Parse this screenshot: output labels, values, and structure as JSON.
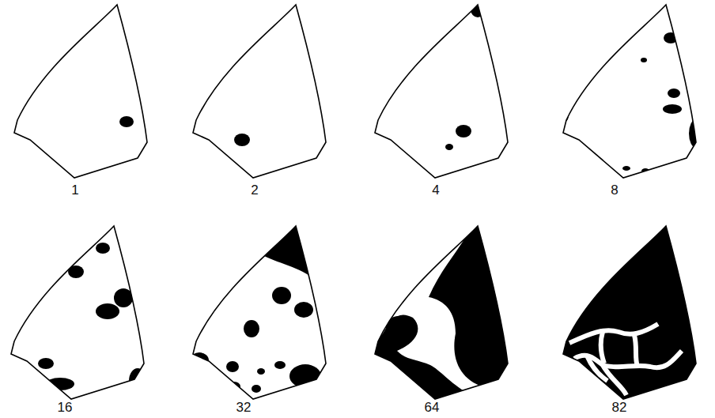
{
  "diagram": {
    "labels": [
      "1",
      "2",
      "4",
      "8",
      "16",
      "32",
      "64",
      "82"
    ]
  }
}
